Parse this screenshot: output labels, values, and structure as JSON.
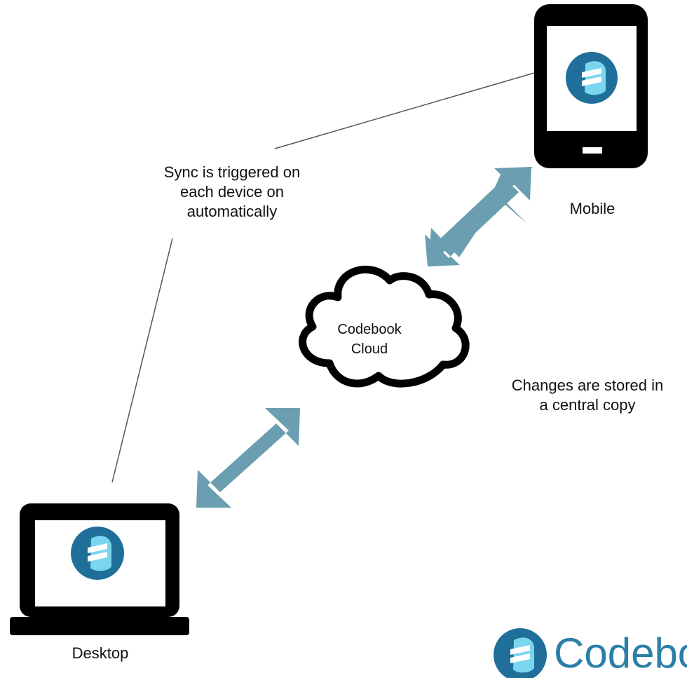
{
  "title": "",
  "nodes": {
    "mobile": "Mobile",
    "desktop": "Desktop",
    "cloud": "Codebook\nCloud"
  },
  "annotations": {
    "sync": "Sync is triggered on\neach device on\nautomatically",
    "changes": "Changes are stored in\na central copy"
  },
  "brand": {
    "name": "Codebook"
  },
  "colors": {
    "arrow": "#6a9eb0",
    "device": "#000000",
    "logo_circle": "#1f6f9a",
    "logo_accent": "#7ad6ee",
    "brand_text": "#2a7fa8"
  },
  "icons": [
    "phone-icon",
    "laptop-icon",
    "cloud-icon",
    "codebook-logo-icon",
    "double-arrow-icon"
  ]
}
